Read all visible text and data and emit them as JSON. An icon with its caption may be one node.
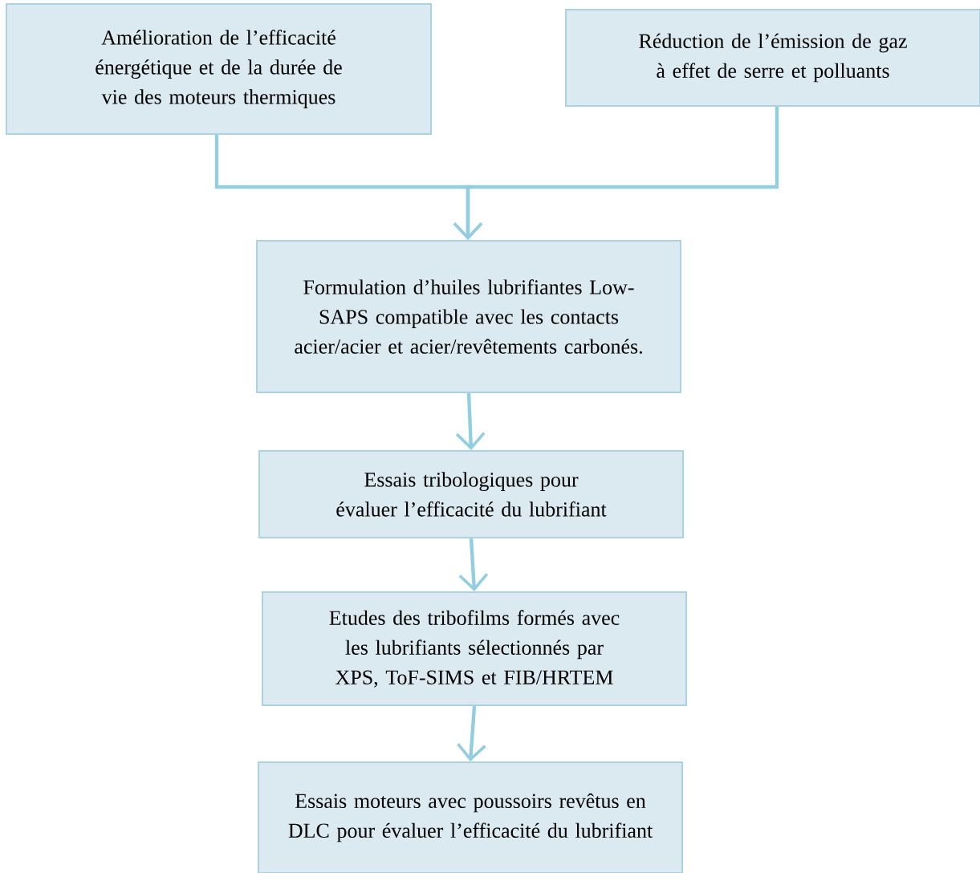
{
  "diagram": {
    "nodes": [
      {
        "text": [
          "Amélioration de l’efficacité énergétique et de la durée de vie des moteurs thermiques"
        ]
      },
      {
        "text": [
          "Réduction de l’émission de gaz à effet de serre et polluants"
        ]
      },
      {
        "text": [
          "Formulation d’huiles lubrifiantes Low-SAPS compatible avec les contacts acier/acier et acier/revêtements carbonés."
        ]
      },
      {
        "text": [
          "Essais tribologiques pour évaluer l’efficacité du lubrifiant"
        ]
      },
      {
        "text": [
          "Etudes des tribofilms formés avec les lubrifiants sélectionnés par XPS, ToF-SIMS et FIB/HRTEM"
        ]
      },
      {
        "text": [
          "Essais moteurs avec poussoirs revêtus en DLC pour évaluer l’efficacité du lubrifiant"
        ]
      }
    ],
    "edges": [
      {
        "from": 0,
        "to": 2,
        "arrow": "to"
      },
      {
        "from": 1,
        "to": 2,
        "arrow": "to"
      },
      {
        "from": 2,
        "to": 3,
        "arrow": "to"
      },
      {
        "from": 3,
        "to": 4,
        "arrow": "to"
      },
      {
        "from": 4,
        "to": 5,
        "arrow": "to"
      }
    ]
  }
}
